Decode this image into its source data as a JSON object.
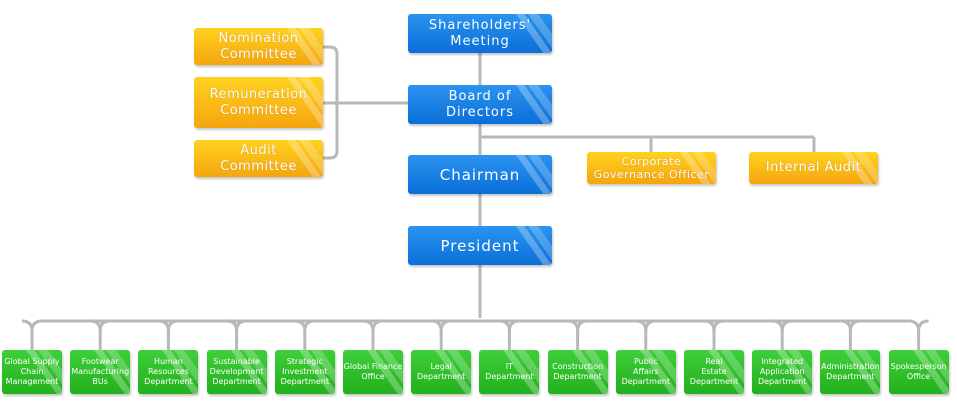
{
  "colors": {
    "blue": "#1681e6",
    "yellow": "#fbbf17",
    "green": "#2ec028",
    "connector": "#b8b8b8"
  },
  "governance": {
    "shareholders": "Shareholders'\nMeeting",
    "board": "Board of\nDirectors",
    "chairman": "Chairman",
    "president": "President"
  },
  "committees": [
    {
      "label": "Nomination\nCommittee"
    },
    {
      "label": "Remuneration\nCommittee"
    },
    {
      "label": "Audit\nCommittee"
    }
  ],
  "board_units": [
    {
      "label": "Corporate\nGovernance Officer"
    },
    {
      "label": "Internal Audit"
    }
  ],
  "departments": [
    {
      "label": "Global Supply\nChain\nManagement"
    },
    {
      "label": "Footwear\nManufacturing\nBUs"
    },
    {
      "label": "Human\nResources\nDepartment"
    },
    {
      "label": "Sustainable\nDevelopment\nDepartment"
    },
    {
      "label": "Strategic\nInvestment\nDepartment"
    },
    {
      "label": "Global Finance\nOffice"
    },
    {
      "label": "Legal\nDepartment"
    },
    {
      "label": "IT\nDepartment"
    },
    {
      "label": "Construction\nDepartment"
    },
    {
      "label": "Public\nAffairs\nDepartment"
    },
    {
      "label": "Real\nEstate\nDepartment"
    },
    {
      "label": "Integrated\nApplication\nDepartment"
    },
    {
      "label": "Administration\nDepartment"
    },
    {
      "label": "Spokesperson\nOffice"
    }
  ]
}
